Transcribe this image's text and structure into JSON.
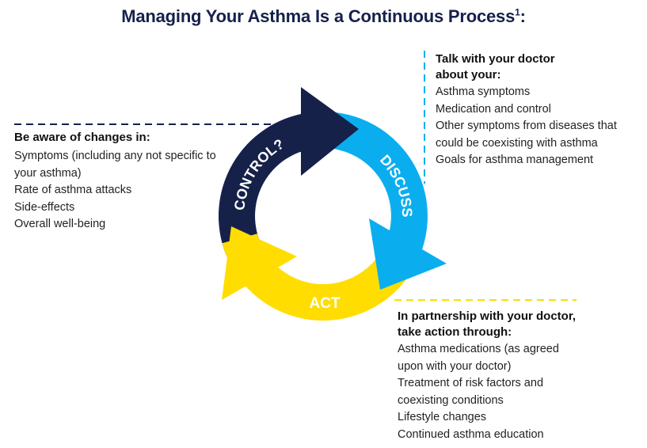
{
  "title": "Managing Your Asthma Is a Continuous Process",
  "title_superscript": "1",
  "title_suffix": ":",
  "colors": {
    "navy": "#16214a",
    "blue": "#0aaeef",
    "yellow": "#ffdd00"
  },
  "cycle": {
    "control_label": "CONTROL?",
    "discuss_label": "DISCUSS",
    "act_label": "ACT"
  },
  "control_block": {
    "heading": "Be aware of changes in:",
    "items": [
      "Symptoms (including any not specific to your asthma)",
      "Rate of asthma attacks",
      "Side-effects",
      "Overall well-being"
    ]
  },
  "discuss_block": {
    "heading": "Talk with your doctor about your:",
    "items": [
      "Asthma symptoms",
      "Medication and control",
      "Other symptoms from diseases that could be coexisting with asthma",
      "Goals for asthma management"
    ]
  },
  "act_block": {
    "heading": "In partnership with your doctor, take action through:",
    "items": [
      "Asthma medications (as agreed upon with your doctor)",
      "Treatment of risk factors and coexisting conditions",
      "Lifestyle changes",
      "Continued asthma education"
    ]
  }
}
